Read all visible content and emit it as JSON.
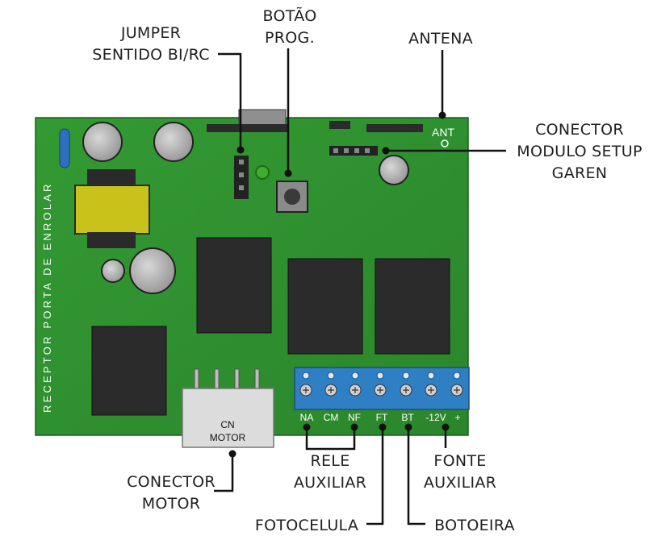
{
  "board": {
    "side_label": "RECEPTOR PORTA DE ENROLAR",
    "antenna_mark": "ANT",
    "connector_motor_lines": [
      "CN",
      "MOTOR"
    ],
    "terminal_labels": [
      "NA",
      "CM",
      "NF",
      "FT",
      "BT",
      "-12V",
      "+"
    ]
  },
  "callouts": {
    "jumper": [
      "JUMPER",
      "SENTIDO BI/RC"
    ],
    "button": [
      "BOTÃO",
      "PROG."
    ],
    "antenna": [
      "ANTENA"
    ],
    "setup": [
      "CONECTOR",
      "MODULO SETUP",
      "GAREN"
    ],
    "motor": [
      "CONECTOR",
      "MOTOR"
    ],
    "relay": [
      "RELE",
      "AUXILIAR"
    ],
    "power": [
      "FONTE",
      "AUXILIAR"
    ],
    "photocell": [
      "FOTOCELULA"
    ],
    "pushbutton": [
      "BOTOEIRA"
    ]
  },
  "colors": {
    "pcb": "#2e8b2e",
    "component": "#2b2b2b",
    "terminal_block": "#2f7fc4",
    "capacitor": "#b9b9b9",
    "transformer": "#c9c21a",
    "led": "#3fae2b"
  }
}
